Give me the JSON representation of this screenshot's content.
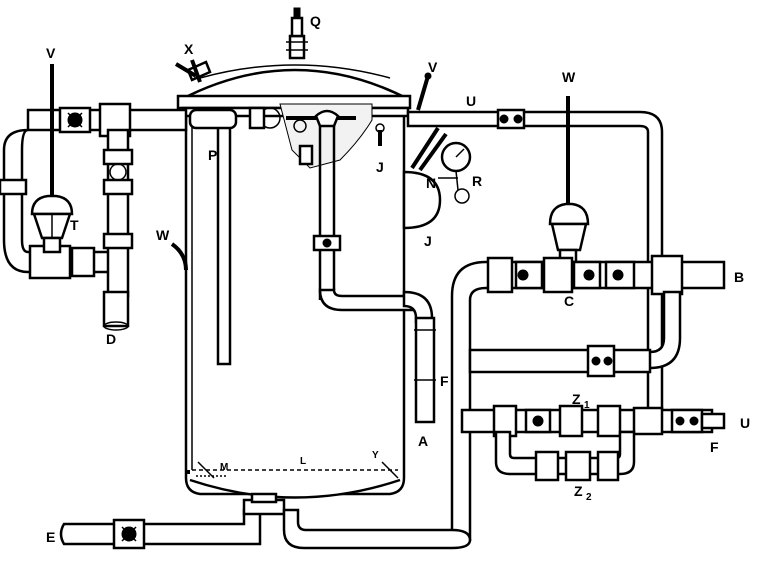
{
  "labels": {
    "Q": "Q",
    "X": "X",
    "V_left": "V",
    "V_top": "V",
    "U_top": "U",
    "W_top": "W",
    "P": "P",
    "J_top": "J",
    "J_bottom": "J",
    "N": "N",
    "R": "R",
    "T": "T",
    "W_left": "W",
    "D": "D",
    "C": "C",
    "B": "B",
    "F_mid": "F",
    "A": "A",
    "Z1": "Z",
    "Z1_sub": "1",
    "Z2": "Z",
    "Z2_sub": "2",
    "U_right": "U",
    "F_right": "F",
    "M": "M",
    "L": "L",
    "Y": "Y",
    "E": "E"
  }
}
